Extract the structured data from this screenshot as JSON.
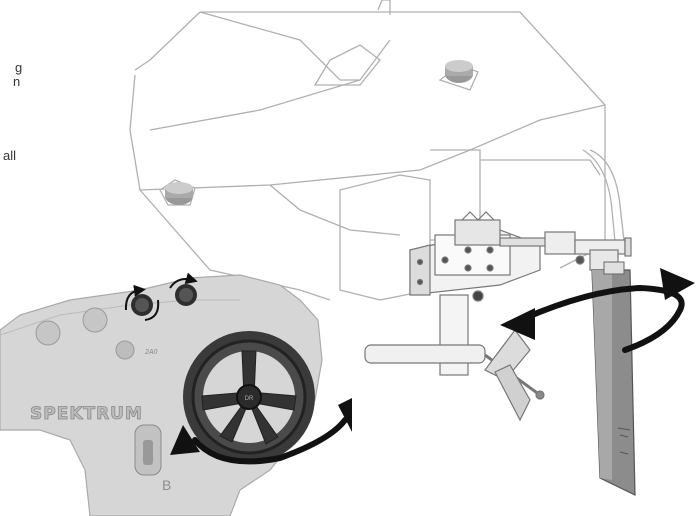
{
  "text_fragments": [
    "g",
    "n",
    "all"
  ],
  "transmitter": {
    "brand": "SPEKTRUM",
    "switch_label": "B"
  },
  "colors": {
    "boat_outline": "#b0b0b0",
    "transmitter_body": "#d6d6d6",
    "wheel": "#3a3a3a",
    "rudder": "#8c8c8c",
    "arrow": "#111111"
  },
  "icons": [
    "steering-wheel-icon",
    "trim-knob-icon",
    "rotation-arrow-icon"
  ]
}
